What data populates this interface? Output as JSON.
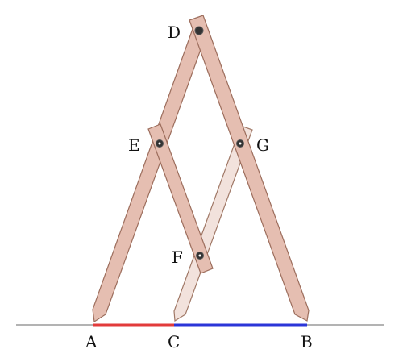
{
  "colors": {
    "ground": "#9a9a9a",
    "bar_fill": "#e5beb1",
    "bar_stroke": "#9c6d5c",
    "light_bar_fill": "#f2e2dc",
    "light_bar_stroke": "#a07866",
    "segment_ac": "#e23b3b",
    "segment_cb": "#2b35d8",
    "pivot": "#333333"
  },
  "labels": {
    "A": "A",
    "B": "B",
    "C": "C",
    "D": "D",
    "E": "E",
    "F": "F",
    "G": "G"
  }
}
